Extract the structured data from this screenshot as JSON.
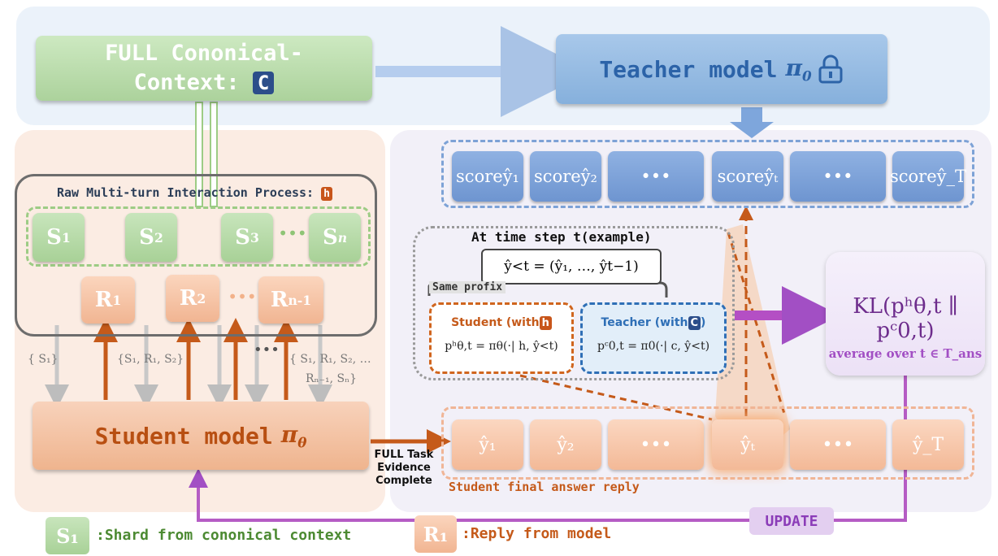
{
  "context": {
    "text": "FULL Cononical-\nContext:",
    "badge": "C"
  },
  "teacher": {
    "label": "Teacher model",
    "symbol": "π",
    "sub": "0"
  },
  "student": {
    "label": "Student model",
    "symbol": "π",
    "sub": "θ"
  },
  "raw_process": {
    "title": "Raw Multi-turn Interaction Process:",
    "badge": "h"
  },
  "shards": [
    {
      "base": "S",
      "sub": "1"
    },
    {
      "base": "S",
      "sub": "2"
    },
    {
      "base": "S",
      "sub": "3"
    },
    {
      "base": "S",
      "sub": "n"
    }
  ],
  "replies": [
    {
      "base": "R",
      "sub": "1"
    },
    {
      "base": "R",
      "sub": "2"
    },
    {
      "base": "R",
      "sub": "n-1"
    }
  ],
  "ellipsis": "•••",
  "flow_labels": {
    "l1": "{ S₁}",
    "l2": "{S₁, R₁, S₂}",
    "l3": "{ S₁, R₁, S₂, …",
    "l4": "Rₙ₋₁, Sₙ}"
  },
  "scores": [
    "scoreŷ₁",
    "scoreŷ₂",
    "•••",
    "scoreŷₜ",
    "•••",
    "scoreŷ_T"
  ],
  "answers": [
    "ŷ₁",
    "ŷ₂",
    "•••",
    "ŷₜ",
    "•••",
    "ŷ_T"
  ],
  "timestep": {
    "title": "At time step t(example)",
    "prefix": "ŷ<t = (ŷ₁, …, ŷt−1)",
    "same_prefix": "Same profix",
    "student_title": "Student (with",
    "student_badge": "h",
    "student_formula": "pʰθ,t = πθ(·| h, ŷ<t)",
    "teacher_title": "Teacher (with",
    "teacher_badge": "C",
    "teacher_close": ")",
    "teacher_formula": "pᶜ0,t = π0(·| c, ŷ<t)"
  },
  "kl": {
    "text": "KL(pʰθ,t ∥ pᶜ0,t)",
    "avg": "average over t ∈ T_ans"
  },
  "update": "UPDATE",
  "full_task": "FULL Task\nEvidence\nComplete",
  "final_reply": "Student final answer reply",
  "legend": {
    "s_badge": "S₁",
    "s_text": ":Shard from cononical context",
    "r_badge": "R₁",
    "r_text": ":Reply from model"
  },
  "colors": {
    "green": "#acd29c",
    "blue": "#86b0dc",
    "orange": "#c55a1a",
    "purple": "#a24fc4"
  }
}
